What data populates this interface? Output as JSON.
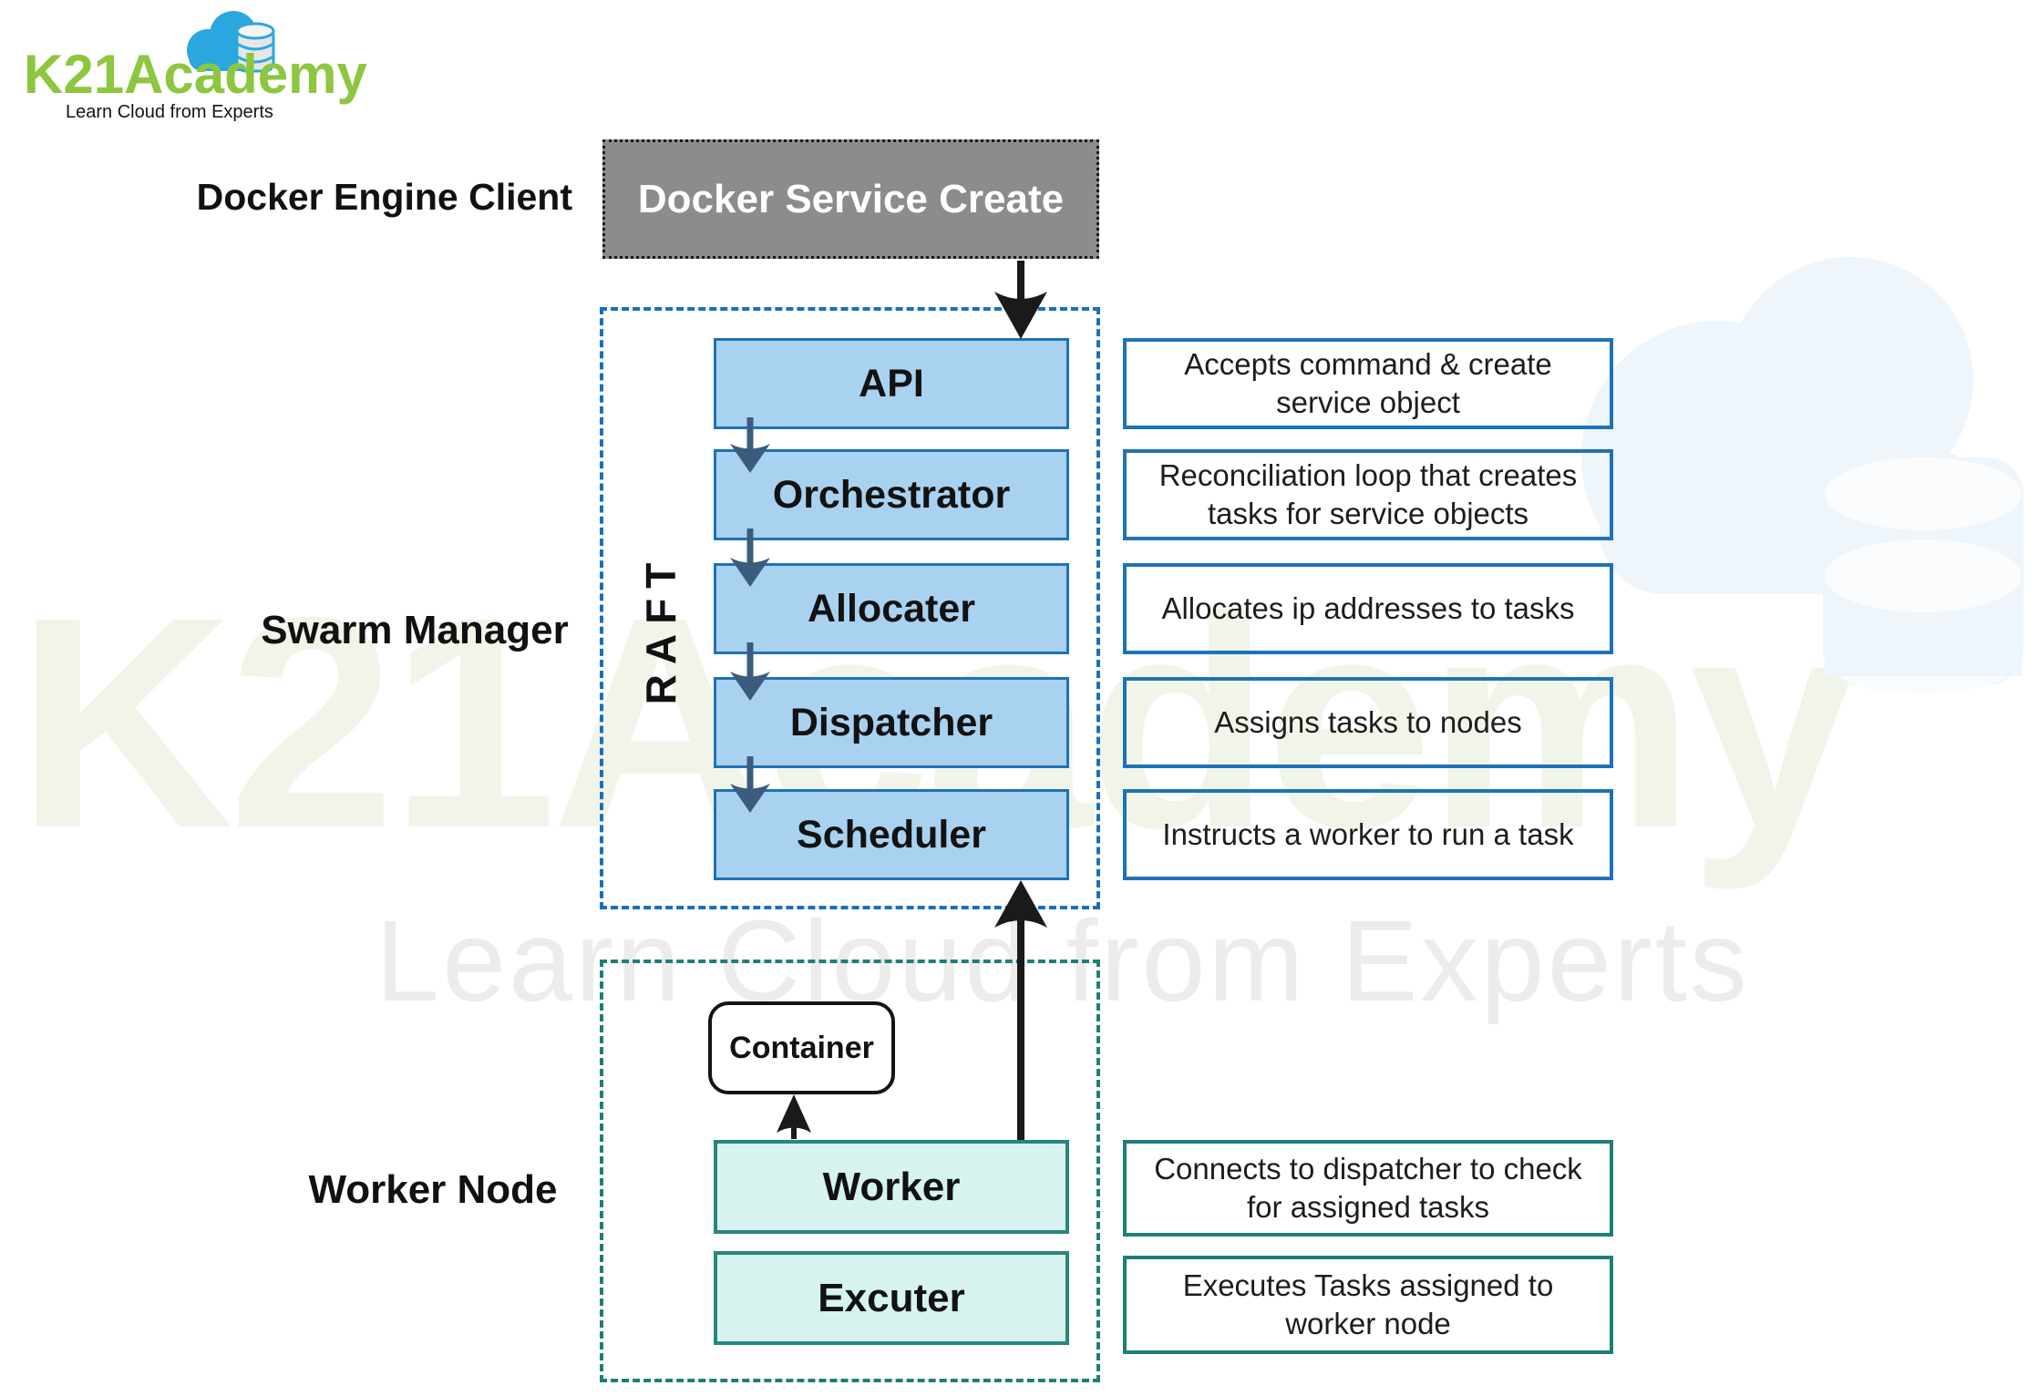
{
  "logo": {
    "brand": "K21Academy",
    "tagline": "Learn Cloud from Experts",
    "brand_color": "#8dc63f",
    "cloud_color": "#2aa7df"
  },
  "watermark": {
    "brand": "K21Academy",
    "tagline": "Learn Cloud from Experts"
  },
  "client": {
    "label": "Docker Engine Client",
    "box_label": "Docker Service Create"
  },
  "swarm": {
    "label": "Swarm Manager",
    "raft_label": "RAFT",
    "components": [
      {
        "name": "API",
        "desc": "Accepts command & create service object"
      },
      {
        "name": "Orchestrator",
        "desc": "Reconciliation loop that creates tasks for service objects"
      },
      {
        "name": "Allocater",
        "desc": "Allocates ip addresses to tasks"
      },
      {
        "name": "Dispatcher",
        "desc": "Assigns tasks to nodes"
      },
      {
        "name": "Scheduler",
        "desc": "Instructs a worker to run a task"
      }
    ]
  },
  "worker": {
    "label": "Worker Node",
    "container_label": "Container",
    "components": [
      {
        "name": "Worker",
        "desc": "Connects to dispatcher to check for assigned tasks"
      },
      {
        "name": "Excuter",
        "desc": "Executes Tasks assigned to worker node"
      }
    ]
  },
  "colors": {
    "manager_box_fill": "#a9d2f0",
    "manager_box_border": "#1e72b8",
    "manager_dashed_border": "#1a6fbd",
    "worker_box_fill": "#d7f3f0",
    "worker_box_border": "#27867f",
    "worker_dashed_border": "#1f7e78",
    "client_box_fill": "#8c8c8c",
    "arrow_black": "#1a1a1a",
    "arrow_navy": "#3c5c7e",
    "logo_green": "#8dc63f",
    "logo_blue": "#2aa7df"
  }
}
